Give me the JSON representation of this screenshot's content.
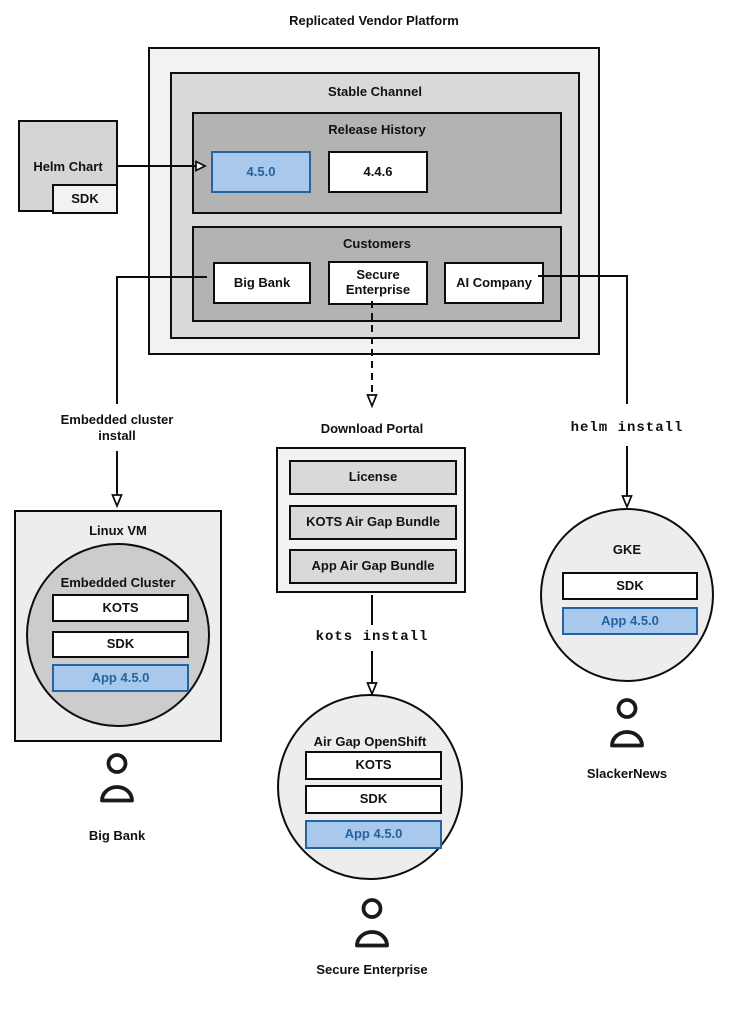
{
  "title": "Replicated Vendor Platform",
  "colors": {
    "highlight_fill": "#a8c8ec",
    "highlight_border": "#24639f",
    "highlight_text": "#24639f",
    "platform_fill": "#f2f2f2",
    "channel_fill": "#d9d9d9",
    "section_fill": "#b3b3b3"
  },
  "platform": {
    "stable_channel": "Stable Channel",
    "release_history": {
      "label": "Release History",
      "releases": [
        {
          "version": "4.5.0",
          "highlighted": true
        },
        {
          "version": "4.4.6",
          "highlighted": false
        }
      ]
    },
    "customers": {
      "label": "Customers",
      "items": [
        {
          "name": "Big Bank"
        },
        {
          "name": "Secure Enterprise"
        },
        {
          "name": "AI Company"
        }
      ]
    }
  },
  "helm_chart": {
    "label": "Helm Chart",
    "sdk": "SDK"
  },
  "left_flow": {
    "install_method": "Embedded cluster install",
    "host": "Linux VM",
    "cluster": "Embedded Cluster",
    "components": [
      "KOTS",
      "SDK",
      "App 4.5.0"
    ],
    "user": "Big Bank"
  },
  "middle_flow": {
    "portal": {
      "label": "Download Portal",
      "items": [
        "License",
        "KOTS Air Gap Bundle",
        "App Air Gap Bundle"
      ]
    },
    "install_command": "kots install",
    "cluster": "Air Gap OpenShift",
    "components": [
      "KOTS",
      "SDK",
      "App 4.5.0"
    ],
    "user": "Secure Enterprise"
  },
  "right_flow": {
    "install_command": "helm install",
    "cluster": "GKE",
    "components": [
      "SDK",
      "App 4.5.0"
    ],
    "user": "SlackerNews"
  }
}
